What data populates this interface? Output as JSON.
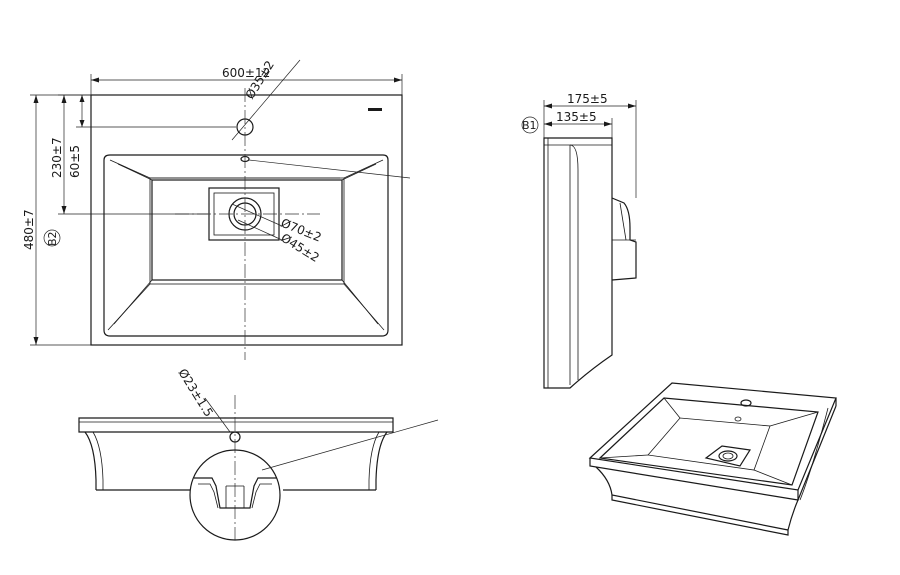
{
  "dimensions": {
    "width_total": "600±12",
    "depth_total": "480±7",
    "tap_hole_dia": "Ø35±2",
    "tap_offset": "230±7",
    "tap_edge": "60±5",
    "waste_outer": "Ø70±2",
    "waste_inner": "Ø45±2",
    "overflow_dia": "Ø23±1.5",
    "side_outer": "175±5",
    "side_inner": "135±5"
  },
  "markers": {
    "b1": "B1",
    "b2": "B2"
  }
}
